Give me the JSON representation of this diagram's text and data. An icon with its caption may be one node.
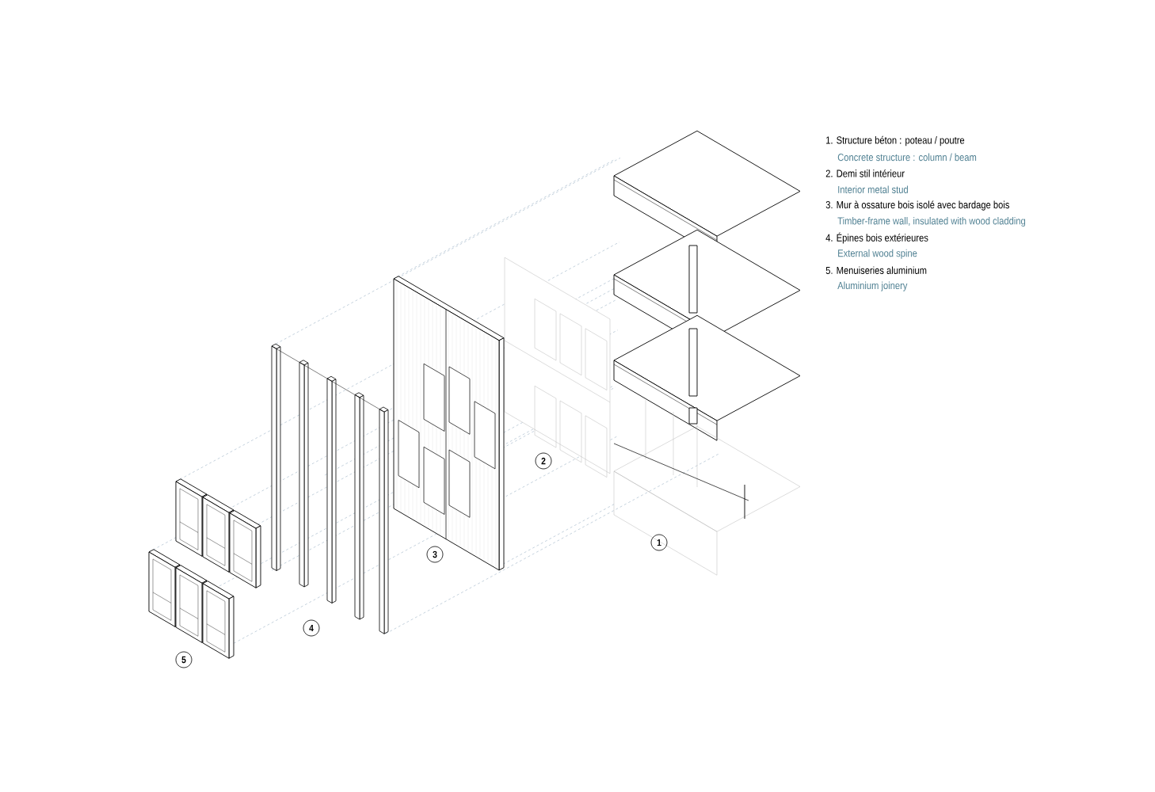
{
  "diagram": {
    "labels": [
      "1. Structure béton : poteau / poutre",
      "Concrete structure : column / beam",
      "2. Demi stil intérieur",
      "Interior metal stud",
      "3. Mur à ossature bois isolé avec bardage bois",
      "Timber-frame wall, insulated with wood cladding",
      "4. Épines bois extérieures",
      "External wood spine",
      "5. Menuiseries aluminium",
      "Aluminium joinery",
      "2",
      "1",
      "3",
      "4",
      "5"
    ]
  }
}
